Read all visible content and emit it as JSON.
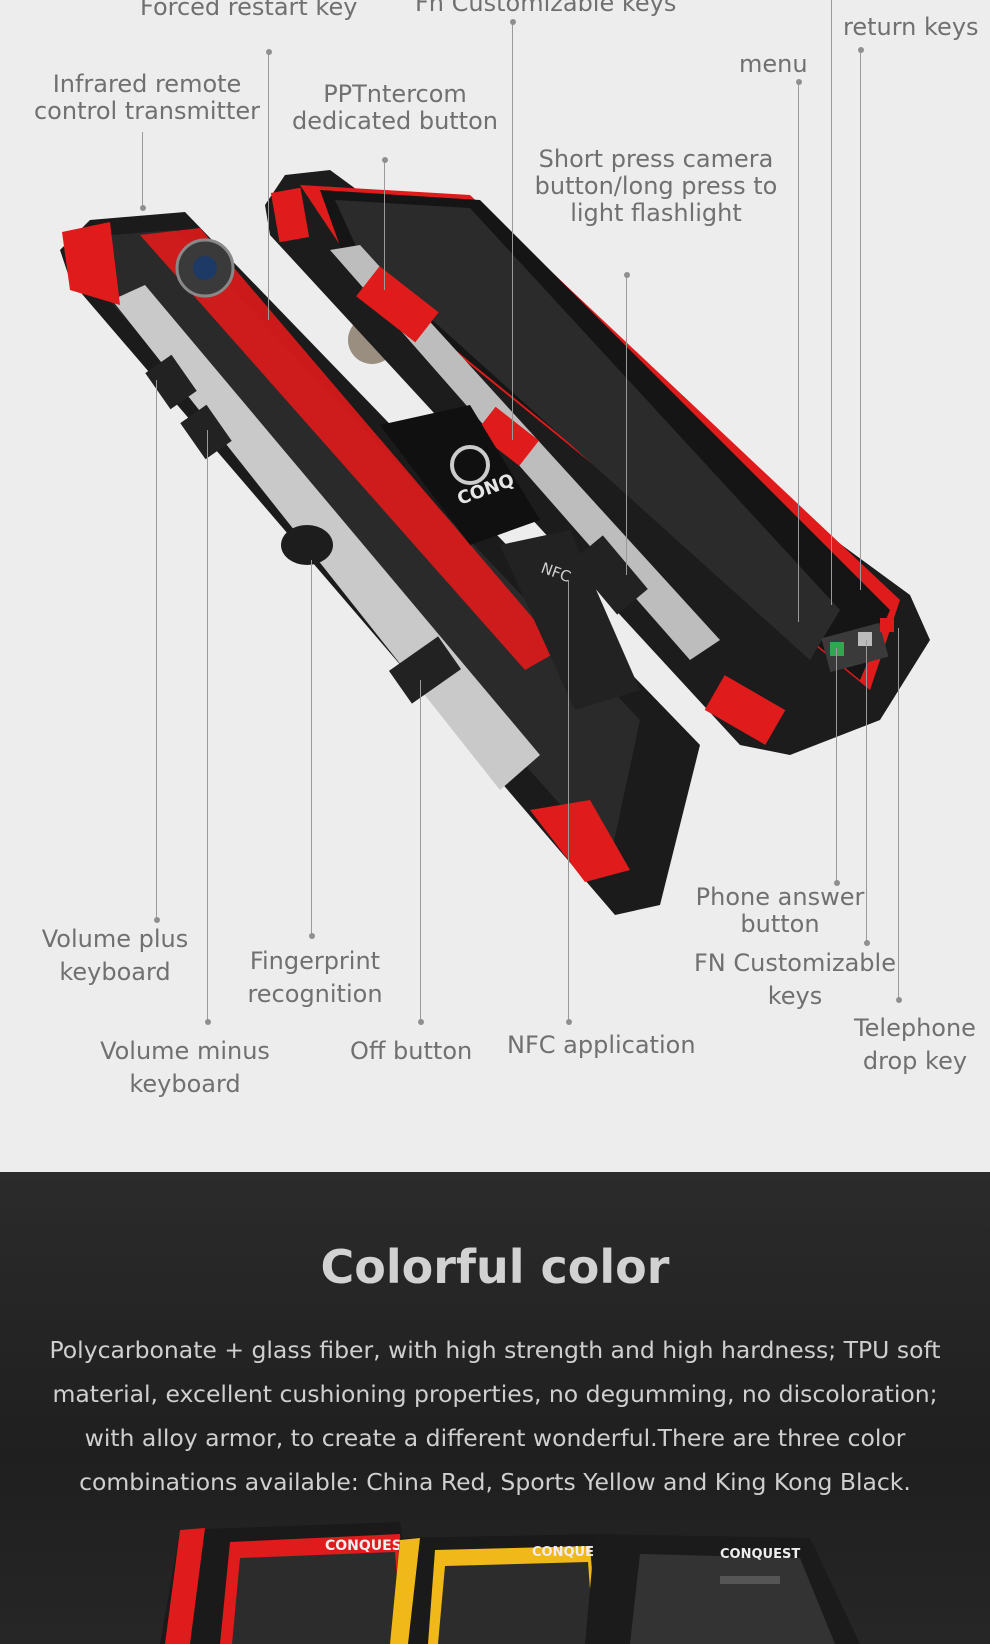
{
  "labels": {
    "forced_restart": "Forced restart key",
    "fn_custom_top": "Fn Customizable keys",
    "return_keys": "return keys",
    "menu": "menu",
    "infrared": "Infrared remote\ncontrol transmitter",
    "ppt": "PPTntercom\ndedicated button",
    "camera": "Short press camera\nbutton/long press to\nlight flashlight",
    "volume_plus": "Volume plus\nkeyboard",
    "fingerprint": "Fingerprint\nrecognition",
    "volume_minus": "Volume minus\nkeyboard",
    "off_button": "Off button",
    "nfc": "NFC application",
    "phone_answer": "Phone answer\nbutton",
    "fn_custom_bottom": "FN Customizable\nkeys",
    "telephone_drop": "Telephone\ndrop key"
  },
  "phone_markings": {
    "brand": "CONQUEST",
    "brand_short": "CONQ",
    "nfc": "NFC",
    "color_brand": "CONQUES"
  },
  "section": {
    "title": "Colorful color",
    "description": "Polycarbonate + glass fiber, with high strength and high hardness; TPU soft material, excellent cushioning properties, no degumming, no discoloration; with alloy armor, to create a different wonderful.There are three color combinations available: China Red, Sports Yellow and King Kong Black."
  },
  "colors": {
    "accent_red": "#e01b1b",
    "sports_yellow": "#f1b81a",
    "body_black": "#1a1a1a",
    "label_gray": "#707070"
  }
}
